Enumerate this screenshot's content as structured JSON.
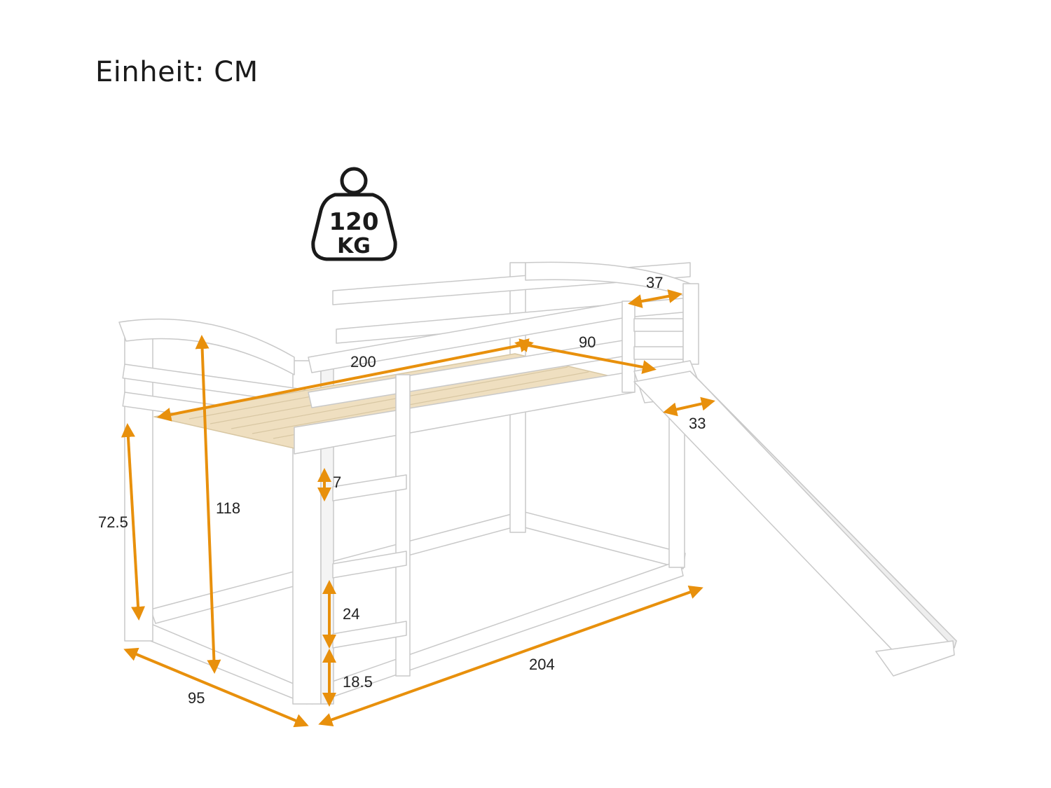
{
  "unit_label": "Einheit: CM",
  "weight": {
    "value": "120",
    "unit": "KG"
  },
  "dimensions": {
    "length_top": "200",
    "width_top": "90",
    "guard_rail": "37",
    "slide_width": "33",
    "rung_height": "7",
    "total_height": "118",
    "under_bed_height": "72.5",
    "rung_spacing": "24",
    "bottom_rung": "18.5",
    "base_width": "95",
    "base_length": "204"
  },
  "colors": {
    "arrow": "#e8900c",
    "frame": "#ffffff",
    "frame_edge": "#cfcfcf",
    "slats": "#efdfc0"
  }
}
